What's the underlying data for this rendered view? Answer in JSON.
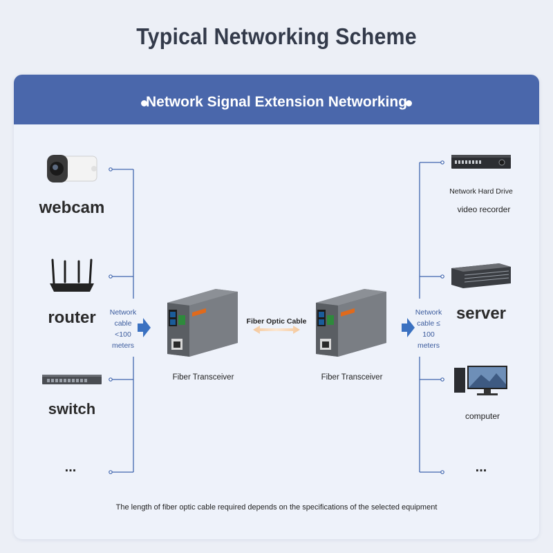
{
  "title": "Typical Networking Scheme",
  "banner": {
    "title": "Network Signal Extension Networking"
  },
  "left_devices": [
    "webcam",
    "router",
    "switch",
    "..."
  ],
  "right_devices": {
    "nvr_line1": "Network Hard Drive",
    "nvr_line2": "video recorder",
    "server": "server",
    "computer": "computer",
    "more": "..."
  },
  "left_cable": [
    "Network",
    "cable",
    "<100",
    "meters"
  ],
  "right_cable": [
    "Network",
    "cable ≤",
    "100",
    "meters"
  ],
  "transceiver_left": "Fiber Transceiver",
  "transceiver_right": "Fiber Transceiver",
  "fiber_label": "Fiber Optic Cable",
  "footnote": "The length of fiber optic cable required depends on the specifications of the selected equipment",
  "colors": {
    "banner": "#4a67ab",
    "line": "#3f64ad",
    "arrow": "#3a71c1"
  }
}
